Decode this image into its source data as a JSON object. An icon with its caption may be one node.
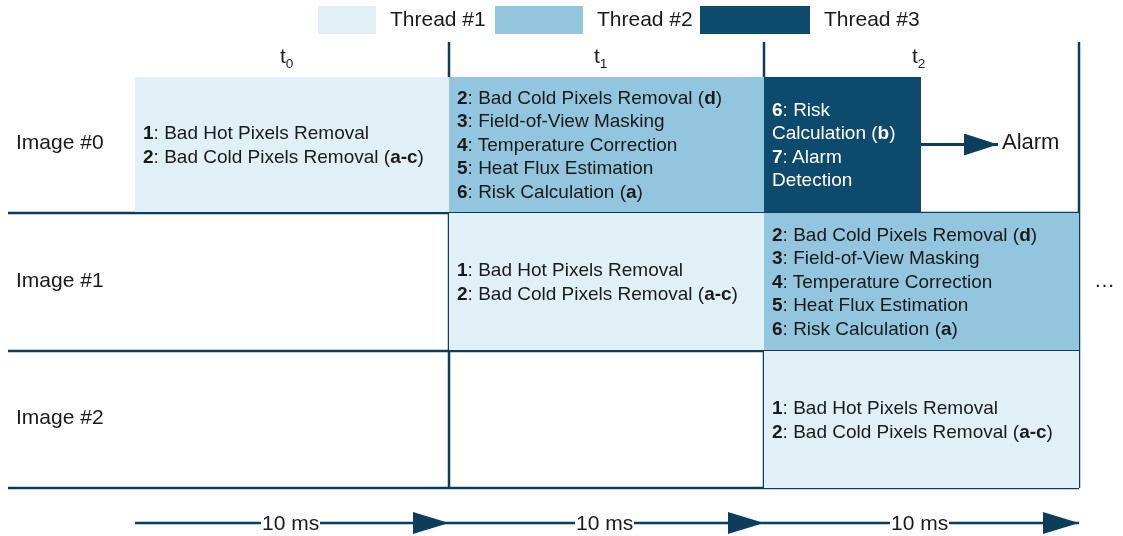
{
  "diagram": {
    "nodes": [
      {
        "text": [
          "**1**: Bad Hot Pixels Removal",
          "**2**: Bad Cold Pixels Removal (**a-c**)"
        ]
      },
      {
        "text": [
          "**2**: Bad Cold Pixels Removal (**d**)",
          "**3**: Field-of-View Masking",
          "**4**: Temperature Correction",
          "**5**: Heat Flux Estimation",
          "**6**: Risk Calculation (**a**)"
        ]
      },
      {
        "text": [
          "**6**: Risk Calculation (**b**)",
          "**7**: Alarm Detection"
        ]
      },
      {
        "text": [
          "Alarm"
        ]
      },
      {
        "text": [
          "**1**: Bad Hot Pixels Removal",
          "**2**: Bad Cold Pixels Removal (**a-c**)"
        ]
      },
      {
        "text": [
          "**2**: Bad Cold Pixels Removal (**d**)",
          "**3**: Field-of-View Masking",
          "**4**: Temperature Correction",
          "**5**: Heat Flux Estimation",
          "**6**: Risk Calculation (**a**)"
        ]
      },
      {
        "text": [
          "**1**: Bad Hot Pixels Removal",
          "**2**: Bad Cold Pixels Removal (**a-c**)"
        ]
      }
    ],
    "edges": [
      {
        "from": 2,
        "to": 3,
        "arrow": "to"
      }
    ],
    "labels": [
      "t$_{0}$",
      "t$_{1}$",
      "t$_{2}$",
      "Image #0",
      "Image #1",
      "Image #2",
      "…",
      "10 ms",
      "10 ms",
      "10 ms"
    ],
    "legend": [
      {
        "text": "Thread #1",
        "color": "#e1eff6"
      },
      {
        "text": "Thread #2",
        "color": "#93c5de"
      },
      {
        "text": "Thread #3",
        "color": "#0e4a6e"
      }
    ]
  }
}
